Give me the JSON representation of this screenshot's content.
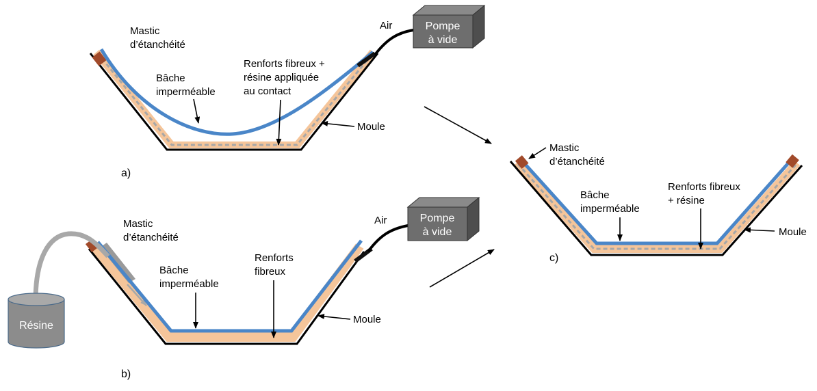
{
  "colors": {
    "mold": "#000000",
    "bag": "#4a86c8",
    "sealant": "#a14a2a",
    "resin": "#f5c59a",
    "fiber_dash": "#a7a7a7",
    "pump": "#6e6e6e",
    "resin_drum": "#8c8c8c",
    "feed_tube": "#a8a8a8"
  },
  "panel_a": {
    "label": "a)",
    "sealant_label": [
      "Mastic",
      "d’étanchéité"
    ],
    "bag_label": [
      "Bâche",
      "imperméable"
    ],
    "reinforcement_label": [
      "Renforts fibreux +",
      "résine appliquée",
      "au contact"
    ],
    "mold_label": "Moule",
    "air_label": "Air",
    "pump_label": [
      "Pompe",
      "à vide"
    ]
  },
  "panel_b": {
    "label": "b)",
    "sealant_label": [
      "Mastic",
      "d’étanchéité"
    ],
    "bag_label": [
      "Bâche",
      "imperméable"
    ],
    "reinforcement_label": [
      "Renforts",
      "fibreux"
    ],
    "mold_label": "Moule",
    "air_label": "Air",
    "pump_label": [
      "Pompe",
      "à vide"
    ],
    "resin_label": "Résine"
  },
  "panel_c": {
    "label": "c)",
    "sealant_label": [
      "Mastic",
      "d’étanchéité"
    ],
    "bag_label": [
      "Bâche",
      "imperméable"
    ],
    "reinforcement_label": [
      "Renforts fibreux",
      "+ résine"
    ],
    "mold_label": "Moule"
  }
}
